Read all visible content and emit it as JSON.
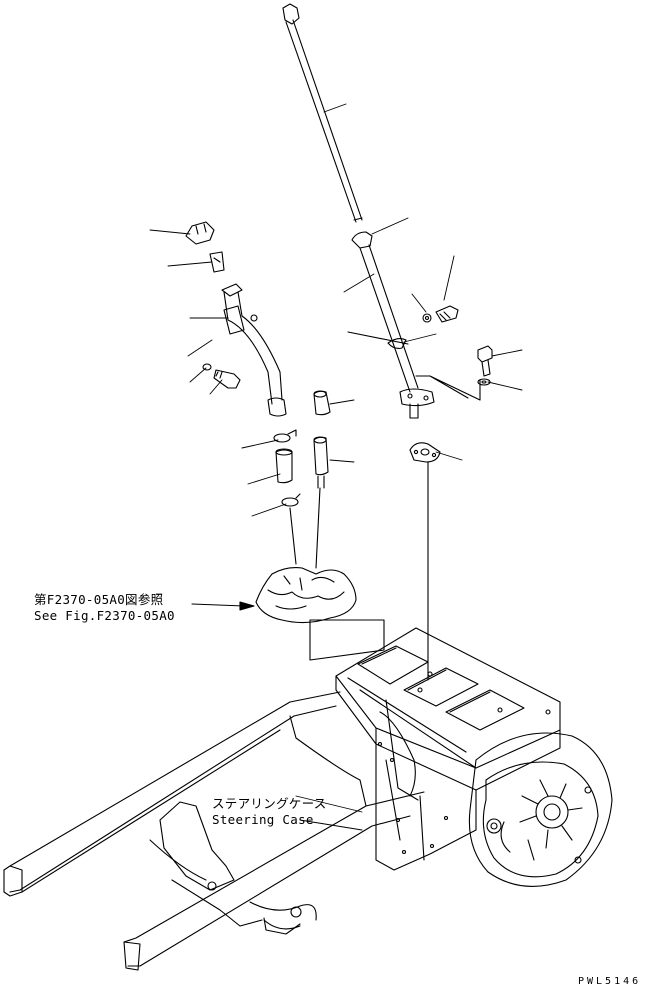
{
  "labels": {
    "reference_jp": "第F2370-05A0図参照",
    "reference_en": "See Fig.F2370-05A0",
    "steering_jp": "ステアリングケース",
    "steering_en": "Steering Case",
    "drawing_code": "PWL5146"
  },
  "colors": {
    "ink": "#000000",
    "paper": "#ffffff"
  }
}
